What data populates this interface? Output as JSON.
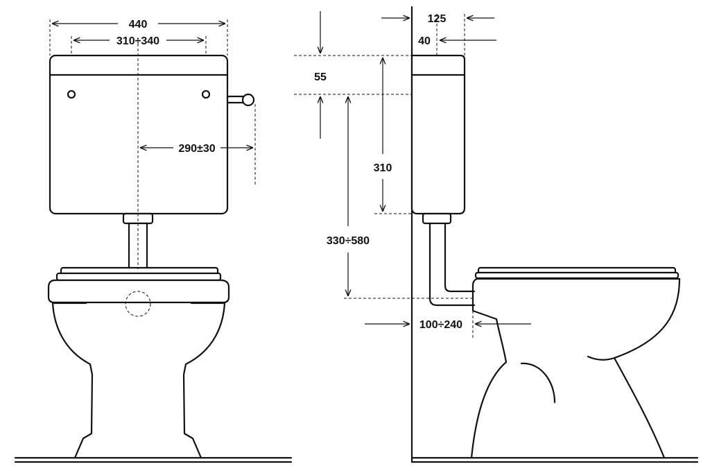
{
  "dimensions": {
    "front_width": "440",
    "front_hole_spacing": "310÷340",
    "front_handle_offset": "290±30",
    "side_depth": "125",
    "side_wall_gap": "40",
    "side_lid_height": "55",
    "side_tank_height": "310",
    "side_mount_height": "330÷580",
    "side_outlet_offset": "100÷240"
  }
}
